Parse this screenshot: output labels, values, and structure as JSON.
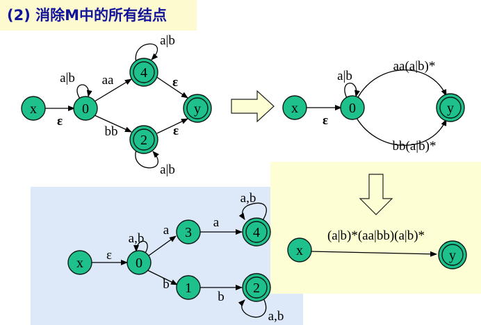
{
  "title": "(2) 消除M中的所有结点",
  "colors": {
    "node_fill": "#1ec08c",
    "title_text": "#12149a",
    "title_bg": "#fdfad0",
    "blue_panel": "#dde9f9",
    "yellow_panel": "#fefed4"
  },
  "diagram_left": {
    "nodes": {
      "x": "x",
      "n0": "0",
      "n4": "4",
      "n2": "2",
      "y": "y"
    },
    "edges": {
      "x_0": "ε",
      "loop_0": "a|b",
      "e0_4": "aa",
      "e0_2": "bb",
      "loop_4": "a|b",
      "loop_2": "a|b",
      "e4_y": "ε",
      "e2_y": "ε"
    }
  },
  "diagram_right": {
    "nodes": {
      "x": "x",
      "n0": "0",
      "y": "y"
    },
    "edges": {
      "x_0": "ε",
      "loop_0": "a|b",
      "top": "aa(a|b)*",
      "bottom": "bb(a|b)*"
    }
  },
  "diagram_bottom": {
    "nodes": {
      "x": "x",
      "n0": "0",
      "n3": "3",
      "n4": "4",
      "n1": "1",
      "n2": "2"
    },
    "edges": {
      "x_0": "ε",
      "loop_0": "a,b",
      "e0_3": "a",
      "e3_4": "a",
      "loop_4": "a,b",
      "e0_1": "b",
      "e1_2": "b",
      "loop_2": "a,b"
    }
  },
  "diagram_final": {
    "nodes": {
      "x": "x",
      "y": "y"
    },
    "edges": {
      "x_y": "(a|b)*(aa|bb)(a|b)*"
    }
  }
}
